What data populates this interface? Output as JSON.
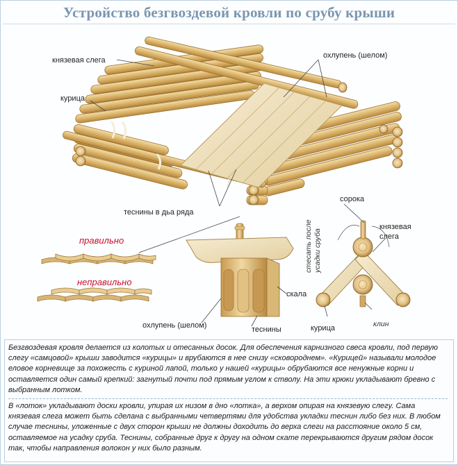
{
  "title": "Устройство безгвоздевой кровли по срубу крыши",
  "labels": {
    "knyazevaya_slega": "князевая слега",
    "kuritsa": "курица",
    "okhlupen": "охлупень (шелом)",
    "tesniny_dva_ryada": "теснины в дьа ряда",
    "soroka": "сорока",
    "knyazevaya_slega_2_line1": "князевая",
    "knyazevaya_slega_2_line2": "слега",
    "stesat_line1": "стесать после",
    "stesat_line2": "усадки сруба",
    "pravilno": "правильно",
    "nepravilno": "неправильно",
    "skala": "скала",
    "okhlupen_2": "охлупень (шелом)",
    "tesniny": "теснины",
    "kuritsa_2": "курица",
    "klin": "клин"
  },
  "description": {
    "paragraph1": "Безгвоздевая кровля делается из колотых и отесанных досок. Для обеспечения карнизного свеса кровли, под первую слегу «самцовой» крыши заводится «курицы» и врубаются в нее снизу «сковороднем». «Курицей» называли молодое еловое корневище за похожесть с куриной лапой, только у нашей «курицы» обрубаются все ненужные корни и оставляется один самый крепкий: загнутый почти под прямым углом к стволу. На эти крюки укладывают бревно с выбранным лотком.",
    "paragraph2": "В «лоток» укладывают доски кровли, упирая их низом в дно «лотка», а верхом опирая на князевую слегу. Сама князевая слега может быть сделана с выбранными четвертями для удобства укладки теснин либо без них. В любом случае теснины, уложенные с двух сторон крыши не должны доходить до верха слеги на расстояние около 5 см, оставляемое на усадку сруба. Теснины, собранные друг к другу на одном скате перекрываются другим рядом досок так, чтобы направления волокон у них было разным."
  },
  "colors": {
    "title": "#7a96b0",
    "wood": "#e7c98c",
    "wood_dark": "#b8893f",
    "board": "#eee0bd",
    "red_label": "#c8102e"
  }
}
